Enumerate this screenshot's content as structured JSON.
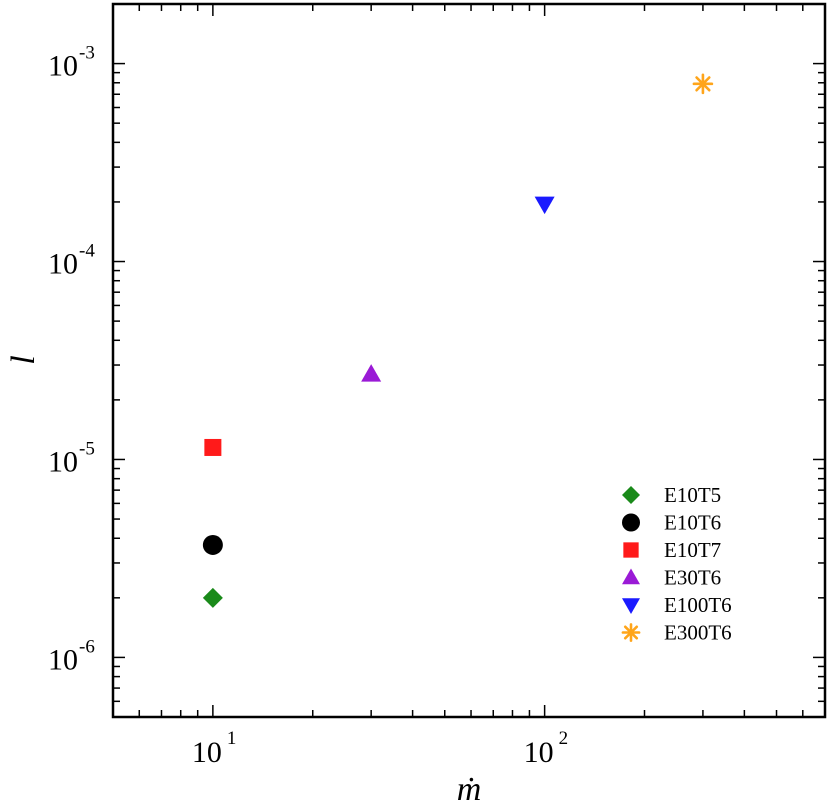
{
  "chart_data": {
    "type": "scatter",
    "title": "",
    "xlabel": "ṁ",
    "ylabel": "l",
    "xscale": "log",
    "yscale": "log",
    "xlim": [
      5,
      700
    ],
    "ylim": [
      5e-07,
      0.002
    ],
    "grid": false,
    "legend_position": "lower-right",
    "x_ticks": [
      {
        "value": 10,
        "base": "10",
        "exp": "1"
      },
      {
        "value": 100,
        "base": "10",
        "exp": "2"
      }
    ],
    "y_ticks": [
      {
        "value": 1e-06,
        "base": "10",
        "exp": "-6"
      },
      {
        "value": 1e-05,
        "base": "10",
        "exp": "-5"
      },
      {
        "value": 0.0001,
        "base": "10",
        "exp": "-4"
      },
      {
        "value": 0.001,
        "base": "10",
        "exp": "-3"
      }
    ],
    "series": [
      {
        "name": "E10T5",
        "marker": "diamond",
        "color": "#1a8a1a",
        "x": 10,
        "y": 2e-06
      },
      {
        "name": "E10T6",
        "marker": "circle",
        "color": "#000000",
        "x": 10,
        "y": 3.7e-06
      },
      {
        "name": "E10T7",
        "marker": "square",
        "color": "#ff1a1a",
        "x": 10,
        "y": 1.15e-05
      },
      {
        "name": "E30T6",
        "marker": "triangle-up",
        "color": "#9a1ad6",
        "x": 30,
        "y": 2.7e-05
      },
      {
        "name": "E100T6",
        "marker": "triangle-down",
        "color": "#1a1aff",
        "x": 100,
        "y": 0.000195
      },
      {
        "name": "E300T6",
        "marker": "star",
        "color": "#ffa51a",
        "x": 300,
        "y": 0.00079
      }
    ]
  }
}
